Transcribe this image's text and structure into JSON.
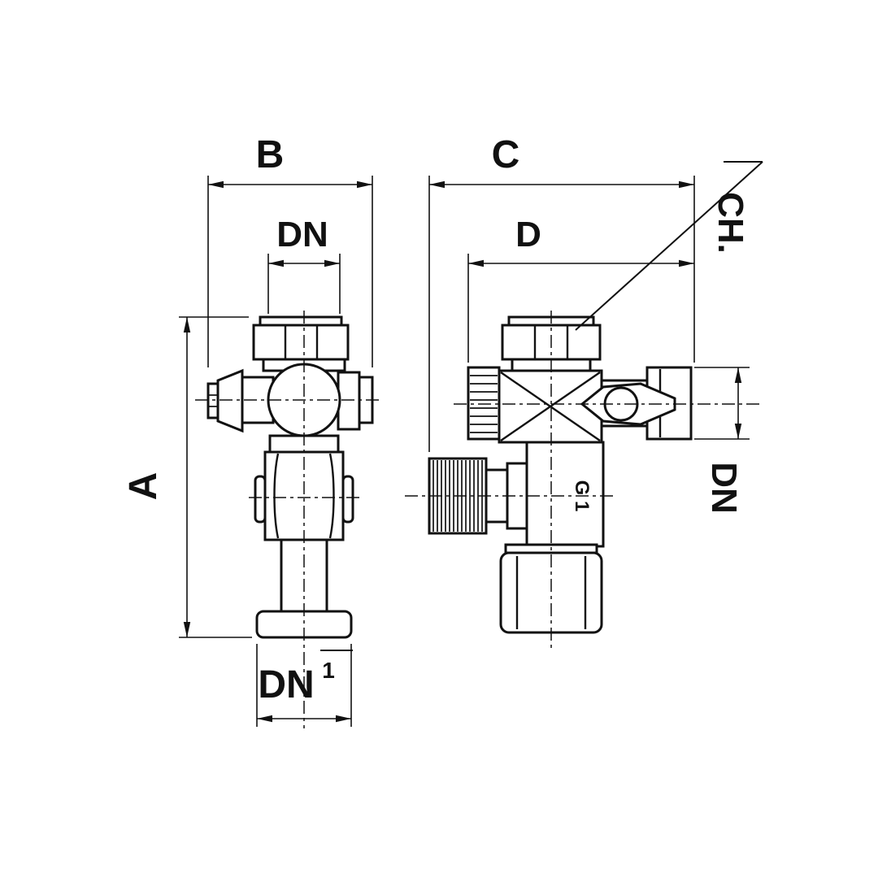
{
  "drawing": {
    "type": "technical-dimension-drawing",
    "line_color": "#111111",
    "background_color": "#ffffff",
    "dimensions": {
      "b": "B",
      "c": "C",
      "dn_top": "DN",
      "d": "D",
      "ch": "CH.",
      "a": "A",
      "dn_side": "DN",
      "dn_bottom": "DN",
      "dn_bottom_sup": "1"
    },
    "markings": {
      "body": "G 1"
    }
  }
}
